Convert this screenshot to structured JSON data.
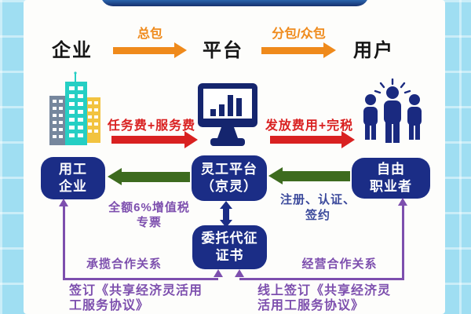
{
  "colors": {
    "background": "#9fdef2",
    "card": "#fdfdfb",
    "banner_blue": "#2b7ccc",
    "navy_box": "#1b2d86",
    "green_arrow": "#3d6b1f",
    "red_arrow": "#d92121",
    "orange_arrow": "#ef8a1b",
    "purple_line": "#7d4fae",
    "register_text_blue": "#3c4a9c",
    "building_teal": "#25cfc4",
    "building_gray": "#76879d",
    "building_yellow": "#f2c340"
  },
  "top_row": {
    "enterprise": "企业",
    "label_left": "总包",
    "platform": "平台",
    "label_right": "分包/众包",
    "user": "用户"
  },
  "mid_row": {
    "fee_label": "任务费+服务费",
    "payout_label": "发放费用+完税"
  },
  "icons": {
    "left": "building-icon",
    "center": "monitor-chart-icon",
    "right": "team-icon"
  },
  "boxes": {
    "employer": {
      "l1": "用工",
      "l2": "企业"
    },
    "gig_platform": {
      "l1": "灵工平台",
      "l2": "（京灵）"
    },
    "freelancer": {
      "l1": "自由",
      "l2": "职业者"
    },
    "certificate": {
      "l1": "委托代征",
      "l2": "证书"
    }
  },
  "labels": {
    "vat": {
      "l1": "全额6%增值税",
      "l2": "专票"
    },
    "register": {
      "l1": "注册、认证、",
      "l2": "签约"
    },
    "left_relation": "承揽合作关系",
    "right_relation": "经营合作关系",
    "left_sign": {
      "l1": "签订《共享经济灵活用",
      "l2": "工服务协议》"
    },
    "right_sign": {
      "l1": "线上签订《共享经济灵",
      "l2": "活用工服务协议》"
    }
  }
}
